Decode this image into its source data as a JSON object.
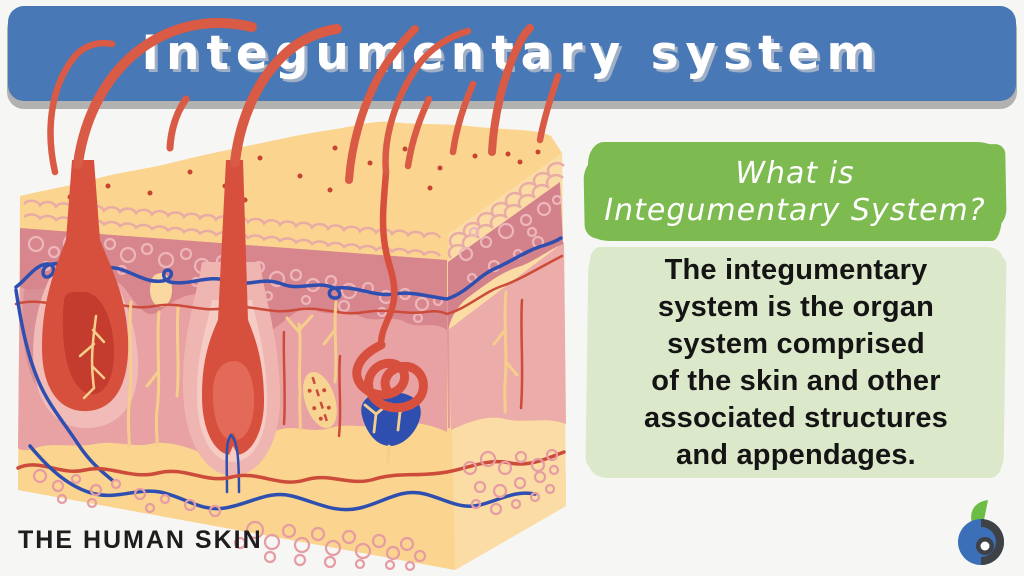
{
  "banner": {
    "title": "Integumentary system"
  },
  "question": {
    "line1": "What is",
    "line2": "Integumentary System?"
  },
  "definition": {
    "lines": [
      "The integumentary",
      "system is the organ",
      "system comprised",
      "of the skin and other",
      "associated structures",
      "and appendages."
    ]
  },
  "caption": "THE HUMAN SKIN",
  "icons": {
    "logo": "biology-online-logo",
    "illustration": "human-skin-cross-section"
  },
  "colors": {
    "background": "#f6f6f4",
    "banner_blue": "#4878b6",
    "banner_shadow": "#b2b2b0",
    "question_green": "#7dba4f",
    "definition_green": "#dce8ca",
    "text_dark": "#141414",
    "skin_yellow": "#fbd48f",
    "skin_side_yellow": "#fbdca4",
    "epidermis_mauve": "#d8868e",
    "dermis_pink": "#e8a2a3",
    "follicle_red": "#d7503e",
    "follicle_core_dark": "#c43c2e",
    "hair_red": "#d95a45",
    "vessel_blue": "#2f4fb0",
    "vessel_red": "#cc4b3a",
    "nerve_yellow": "#f6ce8b",
    "cell_outline": "#e9aba6"
  }
}
